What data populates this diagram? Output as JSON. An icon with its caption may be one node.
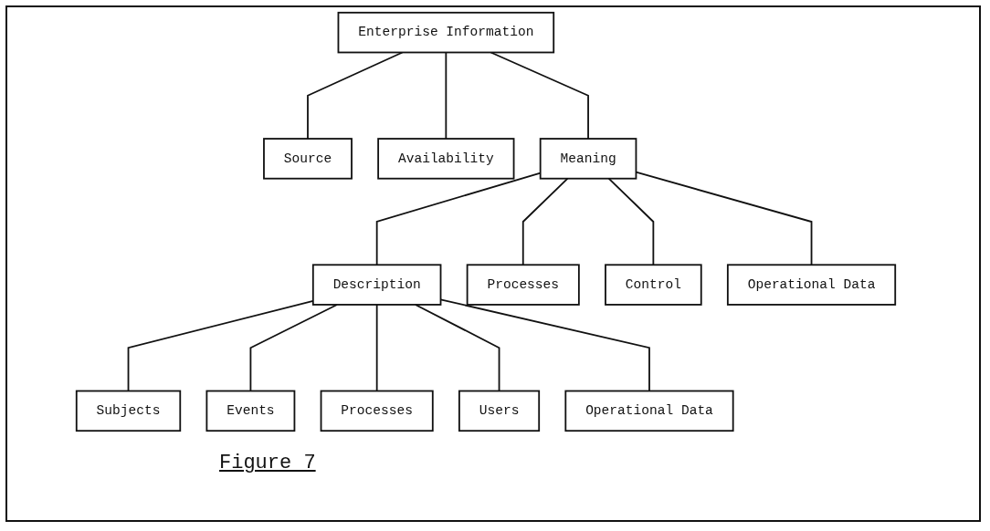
{
  "diagram": {
    "caption": "Figure 7",
    "nodes": [
      {
        "text": [
          "Enterprise Information"
        ]
      },
      {
        "text": [
          "Source"
        ]
      },
      {
        "text": [
          "Availability"
        ]
      },
      {
        "text": [
          "Meaning"
        ]
      },
      {
        "text": [
          "Description"
        ]
      },
      {
        "text": [
          "Processes"
        ]
      },
      {
        "text": [
          "Control"
        ]
      },
      {
        "text": [
          "Operational Data"
        ]
      },
      {
        "text": [
          "Subjects"
        ]
      },
      {
        "text": [
          "Events"
        ]
      },
      {
        "text": [
          "Processes"
        ]
      },
      {
        "text": [
          "Users"
        ]
      },
      {
        "text": [
          "Operational Data"
        ]
      }
    ],
    "edges": [
      {
        "from": 0,
        "to": 1,
        "arrow": "none"
      },
      {
        "from": 0,
        "to": 2,
        "arrow": "none"
      },
      {
        "from": 0,
        "to": 3,
        "arrow": "none"
      },
      {
        "from": 3,
        "to": 4,
        "arrow": "none"
      },
      {
        "from": 3,
        "to": 5,
        "arrow": "none"
      },
      {
        "from": 3,
        "to": 6,
        "arrow": "none"
      },
      {
        "from": 3,
        "to": 7,
        "arrow": "none"
      },
      {
        "from": 4,
        "to": 8,
        "arrow": "none"
      },
      {
        "from": 4,
        "to": 9,
        "arrow": "none"
      },
      {
        "from": 4,
        "to": 10,
        "arrow": "none"
      },
      {
        "from": 4,
        "to": 11,
        "arrow": "none"
      },
      {
        "from": 4,
        "to": 12,
        "arrow": "none"
      }
    ]
  }
}
